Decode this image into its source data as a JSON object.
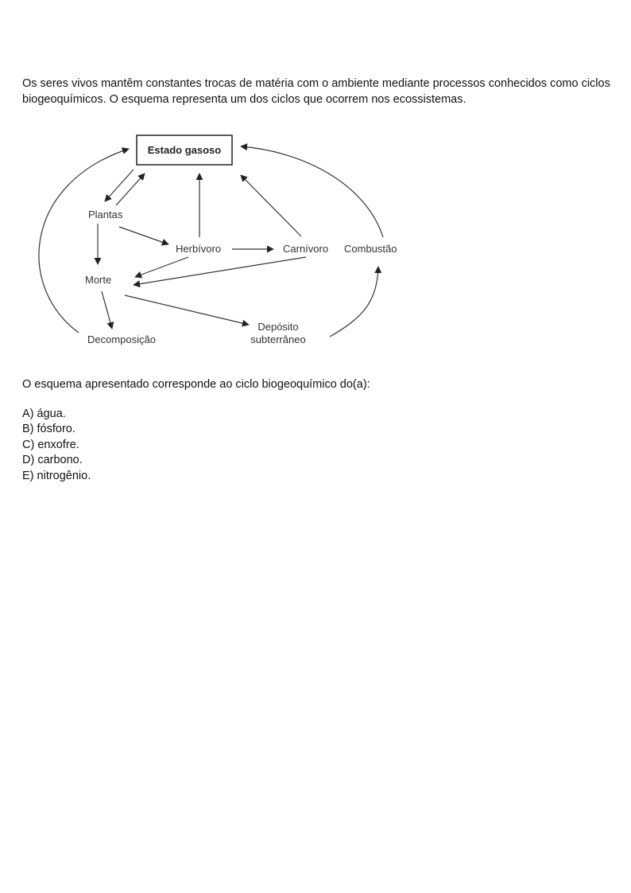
{
  "intro_text": "Os seres vivos mantêm constantes trocas de matéria com o ambiente mediante processos conhecidos como ciclos biogeoquímicos. O esquema representa um dos ciclos que ocorrem nos ecossistemas.",
  "diagram": {
    "nodes": {
      "estado_gasoso": "Estado gasoso",
      "plantas": "Plantas",
      "herbivoro": "Herbívoro",
      "carnivoro": "Carnívoro",
      "combustao": "Combustão",
      "morte": "Morte",
      "decomposicao": "Decomposição",
      "deposito_line1": "Depósito",
      "deposito_line2": "subterrâneo"
    },
    "colors": {
      "stroke": "#333333",
      "text": "#333333"
    }
  },
  "question_text": "O esquema apresentado corresponde ao ciclo biogeoquímico do(a):",
  "options": [
    {
      "letter": "A)",
      "text": "água."
    },
    {
      "letter": "B)",
      "text": "fósforo."
    },
    {
      "letter": "C)",
      "text": "enxofre."
    },
    {
      "letter": "D)",
      "text": "carbono."
    },
    {
      "letter": "E)",
      "text": "nitrogênio."
    }
  ]
}
